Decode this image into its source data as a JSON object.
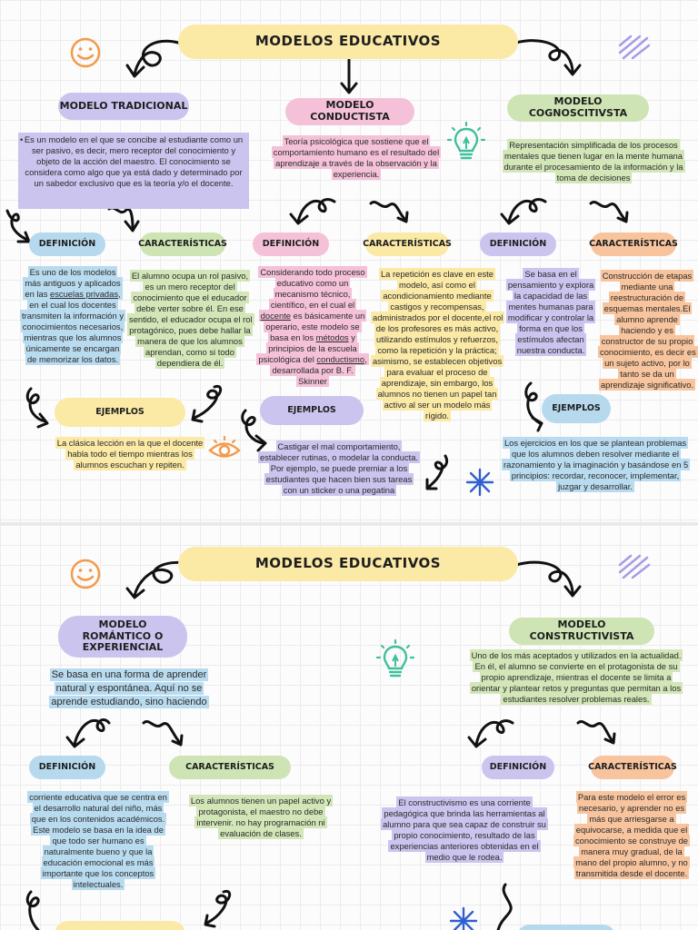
{
  "page1": {
    "title": "MODELOS EDUCATIVOS",
    "tradicional": {
      "heading": "MODELO TRADICIONAL",
      "bullet": "•",
      "summary": "Es un modelo en el que se concibe al estudiante como un ser pasivo, es decir, mero receptor del conocimiento y objeto de la acción del maestro. El conocimiento se considera como algo que ya está dado y determinado por un sabedor exclusivo que es la teoría y/o el docente.",
      "def_label": "DEFINICIÓN",
      "def_a": "Es uno de los modelos más antiguos y aplicados en las ",
      "def_link": "escuelas privadas",
      "def_b": ", en el cual los docentes transmiten la información y conocimientos necesarios, mientras que los alumnos únicamente se encargan de memorizar los datos.",
      "car_label": "CARACTERÍSTICAS",
      "car_text": "El alumno ocupa un rol pasivo, es un mero receptor del conocimiento que el educador debe verter sobre él. En ese sentido, el educador ocupa el rol protagónico, pues debe hallar la manera de que los alumnos aprendan, como si todo dependiera de él.",
      "ej_label": "EJEMPLOS",
      "ej_text": "La clásica lección en la que el docente habla todo el tiempo mientras los alumnos escuchan y repiten."
    },
    "conductista": {
      "heading": "MODELO CONDUCTISTA",
      "summary": "Teoría psicológica que sostiene que el comportamiento humano es el resultado del aprendizaje a través de la observación y la experiencia.",
      "def_label": "DEFINICIÓN",
      "def_a": "Considerando todo proceso educativo como un mecanismo técnico, científico, en el cual el ",
      "def_link1": "docente",
      "def_b": " es básicamente un operario, este modelo se basa en los ",
      "def_link2": "métodos",
      "def_c": " y principios de la escuela psicológica del ",
      "def_link3": "conductismo",
      "def_d": ", desarrollada por B. F. Skinner",
      "car_label": "CARACTERÍSTICAS",
      "car_text": "La repetición es clave en este modelo, así como el acondicionamiento mediante castigos y recompensas, administrados por el docente,el rol de los profesores es más activo, utilizando estímulos y refuerzos, como la repetición y la práctica; asimismo, se establecen objetivos para evaluar el proceso de aprendizaje, sin embargo, los alumnos no tienen un papel tan activo al ser un modelo más rígido.",
      "ej_label": "EJEMPLOS",
      "ej_text": "Castigar el mal comportamiento, establecer rutinas, o modelar la conducta. Por ejemplo, se puede premiar a los estudiantes que hacen bien sus tareas con un sticker o una pegatina"
    },
    "cognoscitivista": {
      "heading": "MODELO COGNOSCITIVSTA",
      "summary": "Representación simplificada de los procesos mentales que tienen lugar en la mente humana durante el procesamiento de la información y la toma de decisiones",
      "def_label": "DEFINICIÓN",
      "def_text": "Se basa en el pensamiento y explora la capacidad de las mentes humanas para modificar y controlar la forma en que los estímulos afectan nuestra conducta.",
      "car_label": "CARACTERÍSTICAS",
      "car_text": "Construcción de etapas mediante una reestructuración de esquemas mentales.El alumno aprende haciendo y es constructor de su propio conocimiento, es decir es un sujeto activo, por lo tanto se da un aprendizaje significativo.",
      "ej_label": "EJEMPLOS",
      "ej_text": "Los ejercicios en los que se plantean problemas que los alumnos deben resolver mediante el razonamiento y la imaginación y basándose en 5 principios: recordar, reconocer, implementar, juzgar y desarrollar."
    }
  },
  "page2": {
    "title": "MODELOS EDUCATIVOS",
    "romantico": {
      "heading": "MODELO ROMÁNTICO O EXPERIENCIAL",
      "summary": "Se basa en una forma de aprender natural y espontánea. Aquí no se aprende estudiando, sino haciendo",
      "def_label": "DEFINICIÓN",
      "def_text": "corriente educativa que se centra en el desarrollo natural del niño, más que en los contenidos académicos. Este modelo se basa en la idea de que todo ser humano es naturalmente bueno y que la educación emocional es más importante que los conceptos intelectuales.",
      "car_label": "CARACTERÍSTICAS",
      "car_text": "Los alumnos tienen un papel activo y protagonista, el maestro no debe intervenir. no hay programación ni evaluación de clases."
    },
    "constructivista": {
      "heading": "MODELO CONSTRUCTIVISTA",
      "summary": "Uno de los más aceptados y utilizados en la actualidad. En él, el alumno se convierte en el protagonista de su propio aprendizaje, mientras el docente se limita a orientar y plantear retos y preguntas que permitan a los estudiantes resolver problemas reales.",
      "def_label": "DEFINICIÓN",
      "def_text": "El constructivismo es una corriente pedagógica que brinda las herramientas al alumno para que sea capaz de construir su propio conocimiento, resultado de las experiencias anteriores obtenidas en el medio que le rodea.",
      "car_label": "CARACTERÍSTICAS",
      "car_text": "Para este modelo el error es necesario, y aprender no es más que arriesgarse a equivocarse, a medida que el conocimiento se construye de manera muy gradual, de la mano del propio alumno, y no transmitida desde el docente."
    }
  },
  "colors": {
    "yellow": "#fbe9a6",
    "purple": "#cbc4ee",
    "pink": "#f4c1d8",
    "green": "#cfe4b4",
    "blue": "#b6d9ee",
    "orange": "#f7c49e",
    "smiley": "#f39a4a",
    "bulb": "#3fbf9b",
    "star": "#2f5fd0"
  },
  "icons": [
    "smiley-icon",
    "scribble-icon",
    "lightbulb-icon",
    "eye-icon",
    "asterisk-icon",
    "curved-arrow-icon"
  ]
}
